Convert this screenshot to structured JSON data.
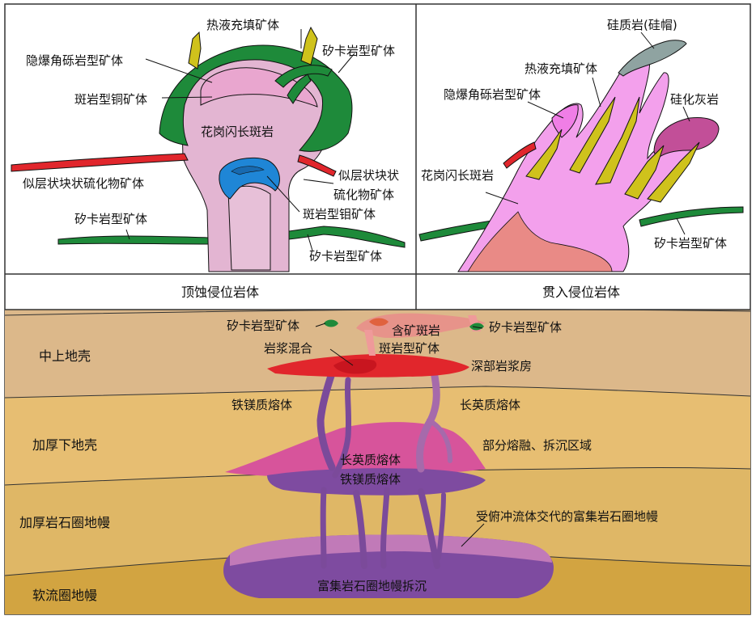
{
  "top_left": {
    "labels": {
      "hydrothermal_fill": "热液充填矿体",
      "skarn_top": "矽卡岩型矿体",
      "cryptoexplosive": "隐爆角砾岩型矿体",
      "porphyry_cu": "斑岩型铜矿体",
      "granodiorite": "花岗闪长斑岩",
      "stratoid_left": "似层状块状硫化物矿体",
      "stratoid_right_1": "似层状块状",
      "stratoid_right_2": "硫化物矿体",
      "porphyry_mo": "斑岩型钼矿体",
      "skarn_left": "矽卡岩型矿体",
      "skarn_bottom": "矽卡岩型矿体"
    },
    "caption": "顶蚀侵位岩体"
  },
  "top_right": {
    "labels": {
      "siliceous": "硅质岩(硅帽)",
      "hydrothermal_fill": "热液充填矿体",
      "cryptoexplosive": "隐爆角砾岩型矿体",
      "silicified_limestone": "硅化灰岩",
      "granodiorite": "花岗闪长斑岩",
      "skarn": "矽卡岩型矿体"
    },
    "caption": "贯入侵位岩体"
  },
  "bottom": {
    "layers": {
      "mid_upper_crust": "中上地壳",
      "thickened_lower_crust": "加厚下地壳",
      "thickened_lithospheric_mantle": "加厚岩石圈地幔",
      "asthenospheric_mantle": "软流圈地幔"
    },
    "labels": {
      "skarn_left": "矽卡岩型矿体",
      "ore_porphyry": "含矿斑岩",
      "skarn_right": "矽卡岩型矿体",
      "magma_mixing": "岩浆混合",
      "porphyry_ore": "斑岩型矿体",
      "deep_chamber": "深部岩浆房",
      "mafic_melt_upper": "铁镁质熔体",
      "felsic_melt_upper": "长英质熔体",
      "partial_melting": "部分熔融、拆沉区域",
      "felsic_melt_lower": "长英质熔体",
      "mafic_melt_lower": "铁镁质熔体",
      "metasomatized_mantle": "受俯冲流体交代的富集岩石圈地幔",
      "delamination": "富集岩石圈地幔拆沉"
    }
  },
  "colors": {
    "green": "#1e8a3a",
    "granite_pink": "#e3b5d2",
    "cu_pink": "#e9a6cf",
    "mo_blue": "#1f86d6",
    "red": "#e1262c",
    "yellow": "#cfc21c",
    "porphyry_magenta": "#f3a0ec",
    "salmon": "#e98a86",
    "silica_gray": "#8fa3a1",
    "limestone": "#c24f98",
    "crust_upper": "#dcb88a",
    "crust_lower": "#e7be72",
    "mantle_litho": "#dfb766",
    "asthenosphere": "#d2a441",
    "melt_pink": "#d7549b",
    "melt_purple": "#7e4ba0",
    "conduit": "#7b4a9a"
  }
}
